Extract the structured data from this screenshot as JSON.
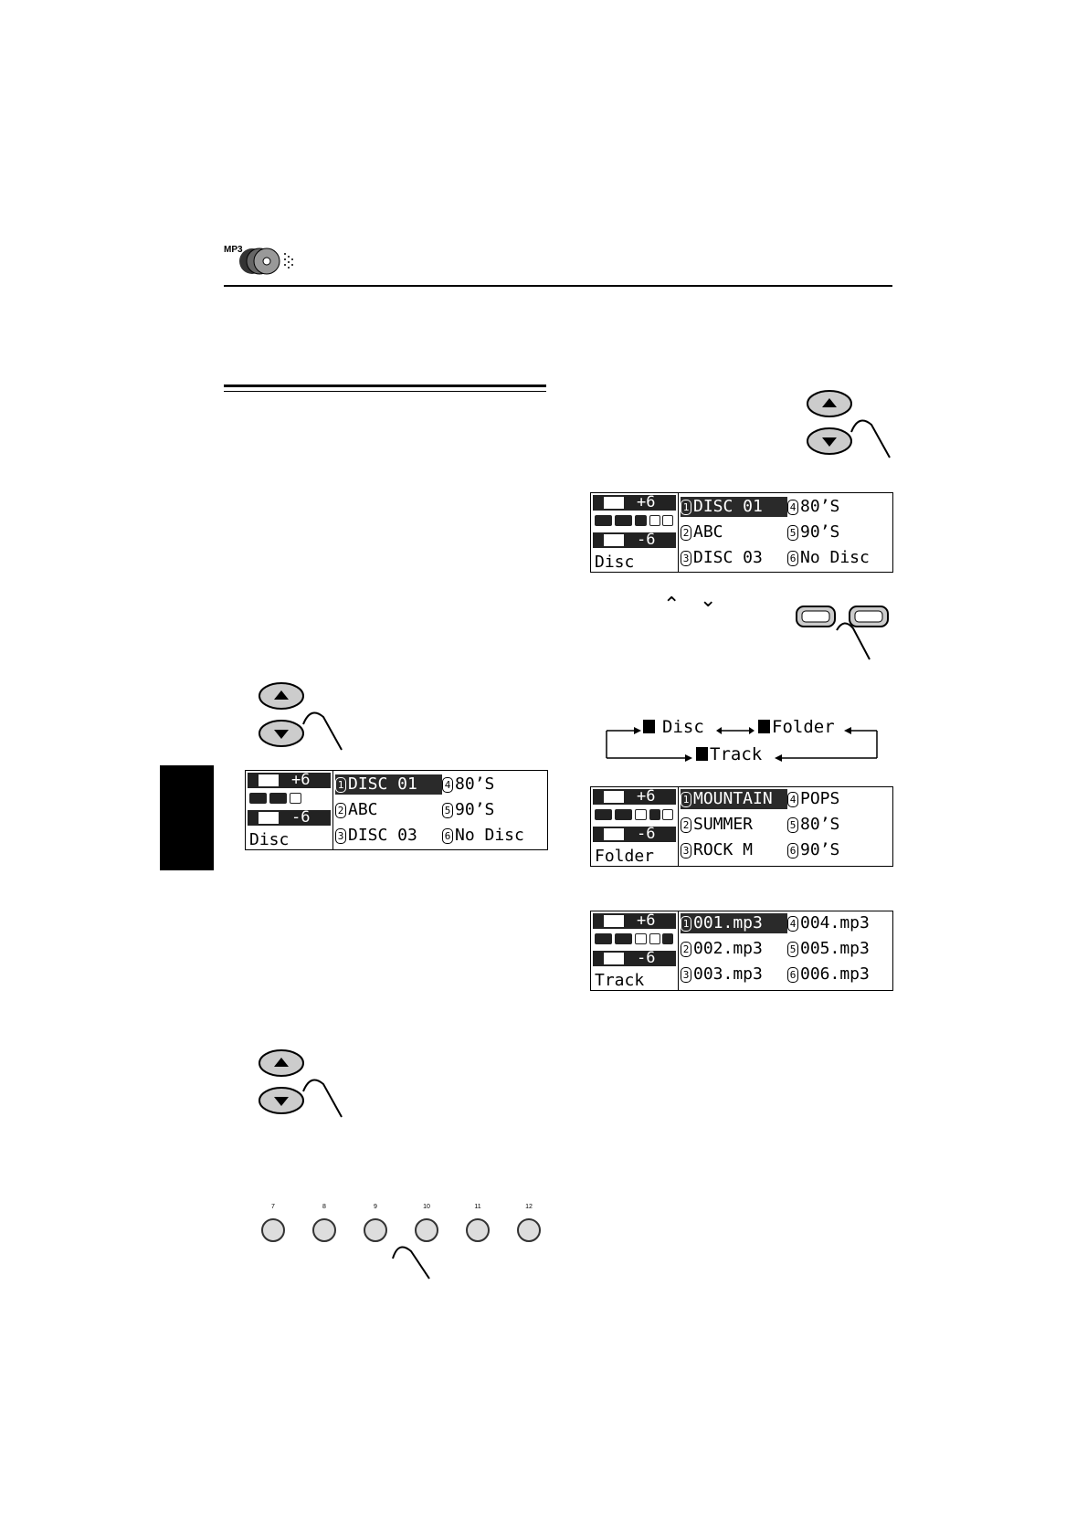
{
  "header": {
    "mp3_label": "MP3"
  },
  "disc_display_1": {
    "up_value": "+6",
    "down_value": "-6",
    "mode": "Disc",
    "items": [
      {
        "num": "1",
        "label": "DISC  01"
      },
      {
        "num": "2",
        "label": "ABC"
      },
      {
        "num": "3",
        "label": "DISC  03"
      },
      {
        "num": "4",
        "label": "80’S"
      },
      {
        "num": "5",
        "label": "90’S"
      },
      {
        "num": "6",
        "label": "No Disc"
      }
    ]
  },
  "disc_display_2": {
    "up_value": "+6",
    "down_value": "-6",
    "mode": "Disc",
    "items": [
      {
        "num": "1",
        "label": "DISC  01"
      },
      {
        "num": "2",
        "label": "ABC"
      },
      {
        "num": "3",
        "label": "DISC  03"
      },
      {
        "num": "4",
        "label": "80’S"
      },
      {
        "num": "5",
        "label": "90’S"
      },
      {
        "num": "6",
        "label": "No Disc"
      }
    ]
  },
  "folder_display": {
    "up_value": "+6",
    "down_value": "-6",
    "mode": "Folder",
    "items": [
      {
        "num": "1",
        "label": "MOUNTAIN"
      },
      {
        "num": "2",
        "label": "SUMMER"
      },
      {
        "num": "3",
        "label": "ROCK M"
      },
      {
        "num": "4",
        "label": "POPS"
      },
      {
        "num": "5",
        "label": "80’S"
      },
      {
        "num": "6",
        "label": "90’S"
      }
    ]
  },
  "track_display": {
    "up_value": "+6",
    "down_value": "-6",
    "mode": "Track",
    "items": [
      {
        "num": "1",
        "label": "001.mp3"
      },
      {
        "num": "2",
        "label": "002.mp3"
      },
      {
        "num": "3",
        "label": "003.mp3"
      },
      {
        "num": "4",
        "label": "004.mp3"
      },
      {
        "num": "5",
        "label": "005.mp3"
      },
      {
        "num": "6",
        "label": "006.mp3"
      }
    ]
  },
  "flow": {
    "disc": "Disc",
    "folder": "Folder",
    "track": "Track"
  },
  "chevrons": {
    "up": "⌃",
    "down": "⌄"
  },
  "presets": [
    "7",
    "8",
    "9",
    "10",
    "11",
    "12"
  ]
}
